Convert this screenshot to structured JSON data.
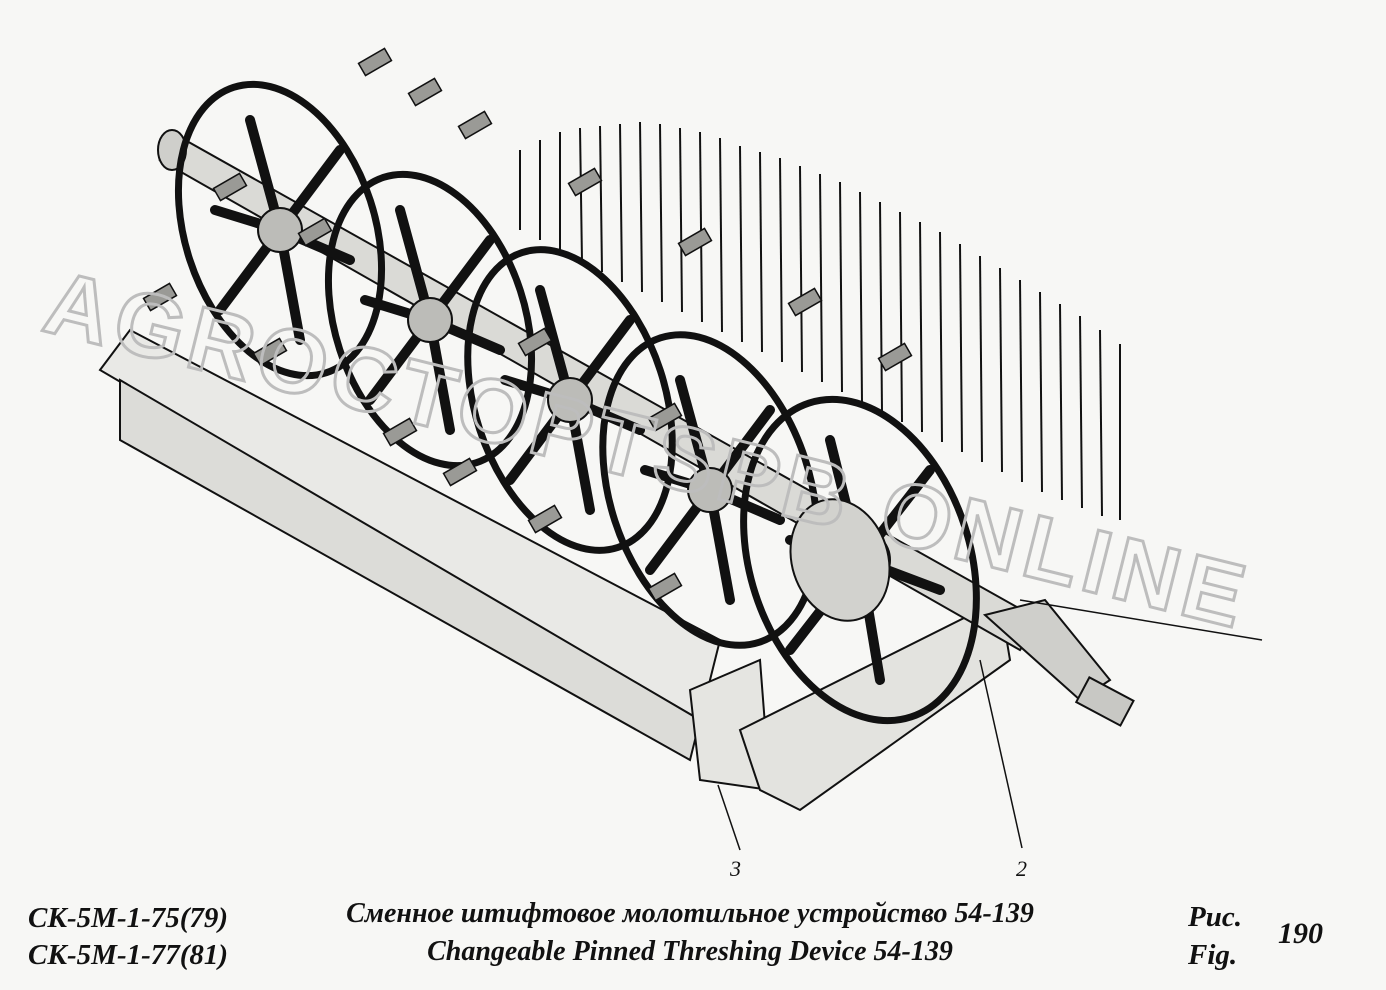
{
  "watermark": "AGROCTOPTSPB ONLINE",
  "callouts": [
    {
      "id": "3",
      "label": "3"
    },
    {
      "id": "2",
      "label": "2"
    }
  ],
  "caption": {
    "model_line_1": "СК-5М-1-75(79)",
    "model_line_2": "СК-5М-1-77(81)",
    "title_ru": "Сменное штифтовое  молотильное устройство 54-139",
    "title_en": "Changeable Pinned Threshing Device  54-139",
    "fig_ru": "Рис.",
    "fig_en": "Fig.",
    "fig_number": "190"
  },
  "colors": {
    "ink": "#111111",
    "paper": "#f7f7f5",
    "watermark": "#bdbdbd"
  }
}
